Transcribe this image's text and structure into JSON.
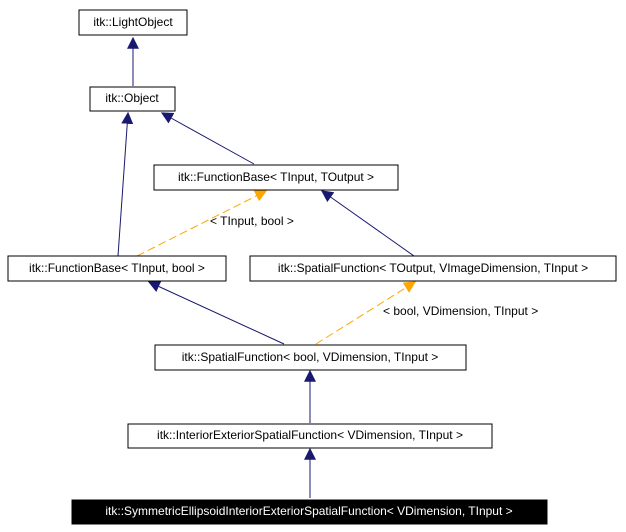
{
  "nodes": {
    "light_object": {
      "label": "itk::LightObject"
    },
    "object": {
      "label": "itk::Object"
    },
    "function_base_tinput_toutput": {
      "label": "itk::FunctionBase< TInput, TOutput >"
    },
    "function_base_tinput_bool": {
      "label": "itk::FunctionBase< TInput, bool >"
    },
    "spatial_function_toutput": {
      "label": "itk::SpatialFunction< TOutput, VImageDimension, TInput >"
    },
    "spatial_function_bool": {
      "label": "itk::SpatialFunction< bool, VDimension, TInput >"
    },
    "interior_exterior_spatial_function": {
      "label": "itk::InteriorExteriorSpatialFunction< VDimension, TInput >"
    },
    "symmetric_ellipsoid_function": {
      "label": "itk::SymmetricEllipsoidInteriorExteriorSpatialFunction< VDimension, TInput >"
    }
  },
  "edge_labels": {
    "tinput_bool": "< TInput, bool >",
    "bool_vdimension_tinput": "< bool, VDimension, TInput >"
  },
  "colors": {
    "inheritance_edge": "#191970",
    "template_edge": "#ffa500",
    "highlight_fill": "#000000",
    "highlight_text": "#ffffff",
    "node_fill": "#ffffff",
    "node_text": "#000000"
  }
}
